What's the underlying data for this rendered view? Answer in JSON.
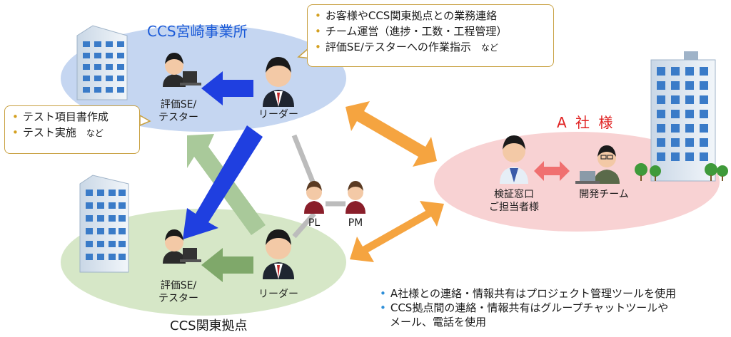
{
  "miyazaki": {
    "title": "CCS宮崎事業所",
    "tester_line1": "評価SE/",
    "tester_line2": "テスター",
    "leader": "リーダー"
  },
  "kanto": {
    "title": "CCS関東拠点",
    "tester_line1": "評価SE/",
    "tester_line2": "テスター",
    "leader": "リーダー"
  },
  "client": {
    "title": "A 社 様",
    "contact_line1": "検証窓口",
    "contact_line2": "ご担当者様",
    "dev_team": "開発チーム"
  },
  "project": {
    "pl": "PL",
    "pm": "PM"
  },
  "leader_callout": {
    "items": [
      "お客様やCCS関東拠点との業務連絡",
      "チーム運営（進捗・工数・工程管理）",
      "評価SE/テスターへの作業指示"
    ],
    "etc": "など"
  },
  "tester_callout": {
    "items": [
      "テスト項目書作成",
      "テスト実施"
    ],
    "etc": "など"
  },
  "notes": [
    "A社様との連絡・情報共有はプロジェクト管理ツールを使用",
    "CCS拠点間の連絡・情報共有はグループチャットツールや",
    "メール、電話を使用"
  ],
  "colors": {
    "miyazaki_area": "#c5d6f1",
    "kanto_area": "#d6e7c7",
    "client_area": "#f8d2d3",
    "blue_arrow": "#1f3fe0",
    "green_arrow": "#7fa86a",
    "orange_arrow": "#f5a440",
    "client_title": "#e02020",
    "miyazaki_title": "#1a5ad8"
  }
}
